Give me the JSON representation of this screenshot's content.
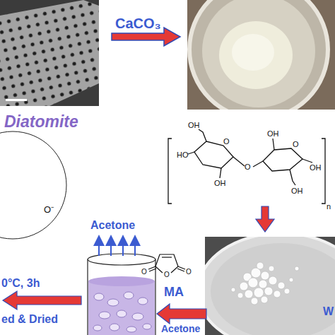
{
  "diagram": {
    "labels": [
      "CaCO₃",
      "Diatomite",
      "O⁻",
      "OH",
      "O",
      "HO",
      "OH",
      "O",
      "OH",
      "O",
      "OH",
      "OH",
      "n",
      "Acetone",
      "O",
      "O",
      "O",
      "MA",
      "Acetone",
      "0°C, 3h",
      "ed & Dried",
      "W"
    ]
  }
}
